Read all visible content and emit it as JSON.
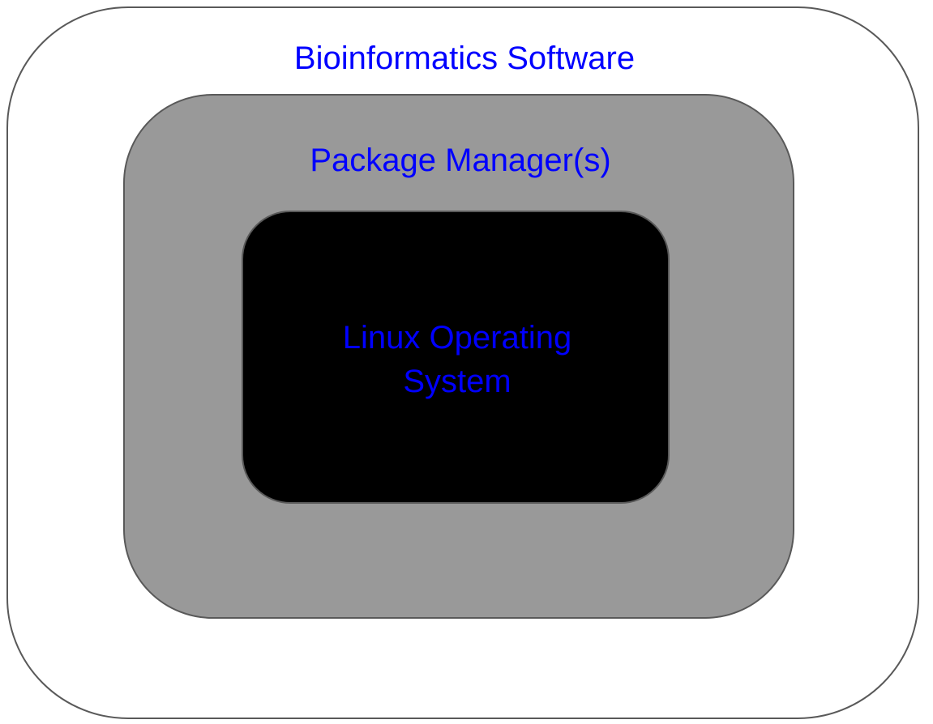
{
  "diagram": {
    "layers": {
      "outer": {
        "label": "Bioinformatics Software",
        "fill": "#ffffff"
      },
      "middle": {
        "label": "Package Manager(s)",
        "fill": "#999999"
      },
      "inner": {
        "label": "Linux Operating System",
        "fill": "#000000"
      }
    },
    "text_color": "#0000ff",
    "border_color": "#595959"
  }
}
